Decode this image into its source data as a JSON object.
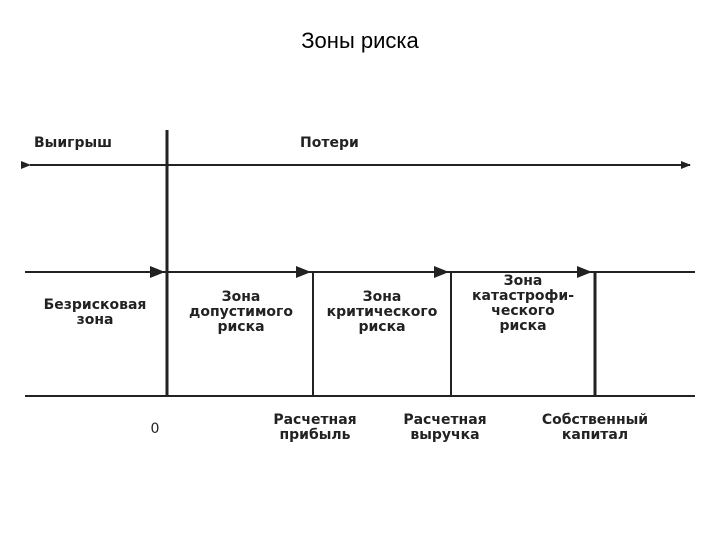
{
  "title": "Зоны риска",
  "top_labels": {
    "gain": "Выигрыш",
    "loss": "Потери"
  },
  "zones": [
    "Безрисковая\nзона",
    "Зона\nдопустимого\nриска",
    "Зона\nкритического\nриска",
    "Зона\nкатастрофи-\nческого\nриска"
  ],
  "axis_labels": [
    "0",
    "Расчетная\nприбыль",
    "Расчетная\nвыручка",
    "Собственный\nкапитал"
  ]
}
